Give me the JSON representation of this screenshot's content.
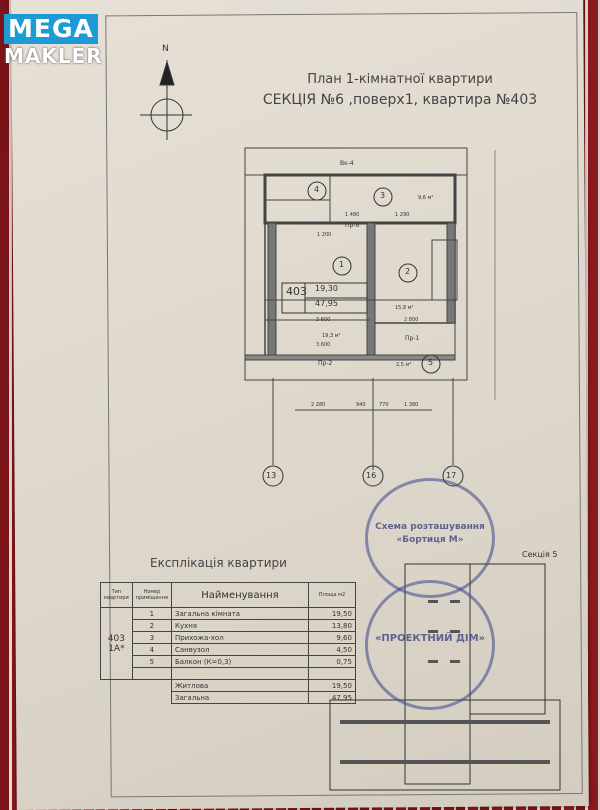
{
  "logo": {
    "line1": "MEGA",
    "line2": "MAKLER"
  },
  "header": {
    "title": "План 1-кімнатної квартири",
    "subtitle": "СЕКЦІЯ №6 ,поверх1, квартира №403"
  },
  "compass": {
    "north": "N"
  },
  "plan": {
    "apartment": "403",
    "living_area": "19,30",
    "total_area": "47,95",
    "rooms": [
      "1",
      "2",
      "3",
      "4",
      "5"
    ],
    "room_areas": {
      "r1": "19,3 м²",
      "r2": "15,8 м²",
      "r3": "9,6 м²",
      "r5": "2,5 м²"
    },
    "dims": [
      "3 600",
      "2 800",
      "3 600",
      "1 200",
      "1 480",
      "1 290"
    ],
    "bottom_dims": [
      "2 280",
      "940",
      "770",
      "1 380"
    ],
    "axes": [
      "13",
      "16",
      "17"
    ],
    "labels": [
      "Пр-2",
      "Пр-1",
      "Пр-6",
      "Вк-4"
    ]
  },
  "explication": {
    "title": "Експлікація квартири",
    "headers": [
      "Тип квартири",
      "Номер приміщення",
      "Найменування",
      "Площа м2"
    ],
    "apt_type": [
      "403",
      "1А*"
    ],
    "rows": [
      {
        "num": "1",
        "name": "Загальна кімната",
        "area": "19,50"
      },
      {
        "num": "2",
        "name": "Кухня",
        "area": "13,80"
      },
      {
        "num": "3",
        "name": "Прихожа-хол",
        "area": "9,60"
      },
      {
        "num": "4",
        "name": "Санвузол",
        "area": "4,50"
      },
      {
        "num": "5",
        "name": "Балкон (К=0,3)",
        "area": "0,75"
      }
    ],
    "totals": [
      {
        "name": "Житлова",
        "area": "19,50"
      },
      {
        "name": "Загальна",
        "area": "47,95"
      }
    ]
  },
  "stamps": {
    "top": "Схема розташування «Бортиця М»",
    "bottom": "«ПРОЕКТНИЙ ДІМ»"
  },
  "site_plan": {
    "label": "Секція 5"
  }
}
